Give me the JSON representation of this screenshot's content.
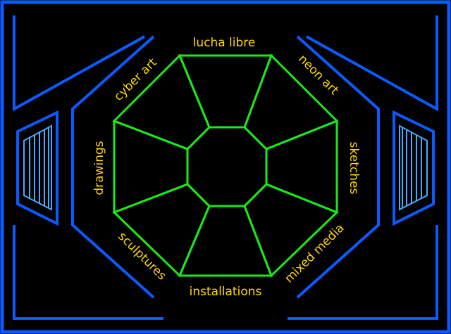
{
  "colors": {
    "background": "#000000",
    "frame": "#0a5bff",
    "grill": "#4aa8ff",
    "octagon": "#19e819",
    "label": "#ffd800"
  },
  "nav": {
    "lucha_libre": "lucha libre",
    "neon_art": "neon art",
    "sketches": "sketches",
    "mixed_media": "mixed media",
    "installations": "installations",
    "sculptures": "sculptures",
    "drawings": "drawings",
    "cyber_art": "cyber art"
  }
}
